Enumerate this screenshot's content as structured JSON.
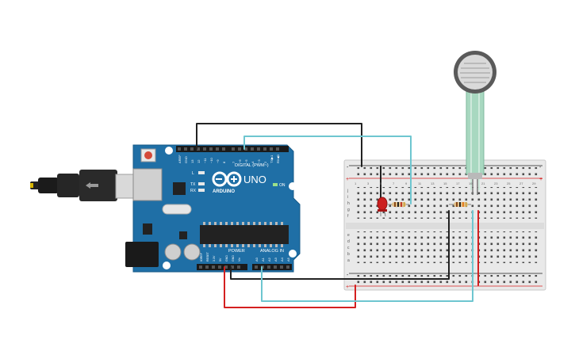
{
  "arduino": {
    "brand": "ARDUINO",
    "model": "UNO",
    "digital_label": "DIGITAL (PWM~)",
    "power_label": "POWER",
    "analog_label": "ANALOG IN",
    "on_label": "ON",
    "led_labels": [
      "L",
      "TX",
      "RX"
    ],
    "digital_pins": [
      "AREF",
      "GND",
      "13",
      "12",
      "~11",
      "~10",
      "~9",
      "8",
      "7",
      "~6",
      "~5",
      "4",
      "~3",
      "2",
      "TX▶1",
      "RX◀0"
    ],
    "power_pins": [
      "IOREF",
      "RESET",
      "3.3V",
      "5V",
      "GND",
      "GND",
      "Vin"
    ],
    "analog_pins": [
      "A0",
      "A1",
      "A2",
      "A3",
      "A4",
      "A5"
    ]
  },
  "breadboard": {
    "column_numbers": [
      "1",
      "3",
      "5",
      "7",
      "9",
      "11",
      "13",
      "15",
      "17",
      "19",
      "21",
      "23",
      "25",
      "27",
      "29"
    ],
    "row_letters_top": [
      "j",
      "i",
      "h",
      "g",
      "f"
    ],
    "row_letters_bottom": [
      "e",
      "d",
      "c",
      "b",
      "a"
    ],
    "rail_plus": "+",
    "rail_minus": "-"
  },
  "colors": {
    "board": "#1f6fa6",
    "wire_black": "#222222",
    "wire_red": "#d42020",
    "wire_cyan": "#6ec6d0",
    "led_red": "#cc1f1f",
    "sensor_green": "#a8d8c0"
  },
  "icons": [
    "usb-cable-icon",
    "arduino-logo-icon",
    "force-sensor-icon",
    "led-icon",
    "resistor-icon"
  ]
}
